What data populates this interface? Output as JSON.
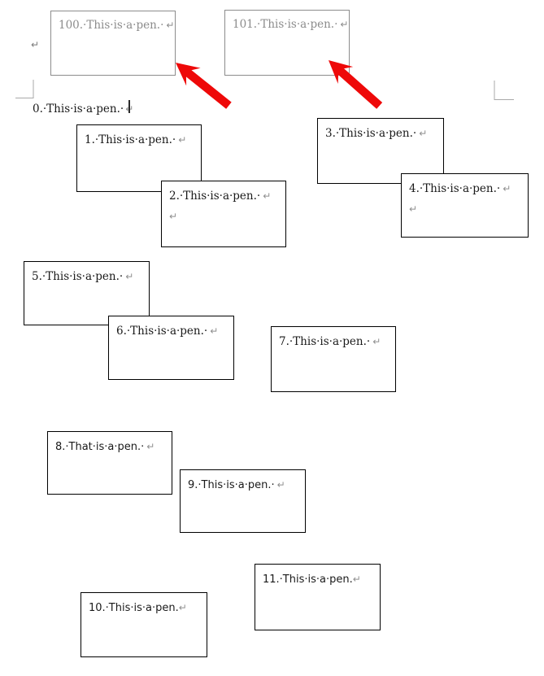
{
  "document": {
    "kind": "word-processor page with floating text boxes",
    "formatting_marks_visible": true
  },
  "colors": {
    "arrow_red": "#ee0909",
    "gray_box": "#8c8c8c",
    "black_text": "#1a1a1a",
    "return_mark": "#8f8f8f",
    "corner_mark": "#a9a9a9",
    "cursor": "#2b2b2b"
  },
  "marks": {
    "return": "↵",
    "space_dot": "·"
  },
  "paragraphs": {
    "p0": {
      "text": "0.·This·is·a·pen.·"
    }
  },
  "textboxes": {
    "b100": {
      "number": "100",
      "text": "100.·This·is·a·pen.·"
    },
    "b101": {
      "number": "101",
      "text": "101.·This·is·a·pen.·"
    },
    "b1": {
      "number": "1",
      "text": "1.·This·is·a·pen.·"
    },
    "b2": {
      "number": "2",
      "text": "2.·This·is·a·pen.·"
    },
    "b3": {
      "number": "3",
      "text": "3.·This·is·a·pen.·"
    },
    "b4": {
      "number": "4",
      "text": "4.·This·is·a·pen.·"
    },
    "b5": {
      "number": "5",
      "text": "5.·This·is·a·pen.·"
    },
    "b6": {
      "number": "6",
      "text": "6.·This·is·a·pen.·"
    },
    "b7": {
      "number": "7",
      "text": "7.·This·is·a·pen.·"
    },
    "b8": {
      "number": "8",
      "text": "8.·That·is·a·pen.·"
    },
    "b9": {
      "number": "9",
      "text": "9.·This·is·a·pen.·"
    },
    "b10": {
      "number": "10",
      "text": "10.·This·is·a·pen."
    },
    "b11": {
      "number": "11",
      "text": "11.·This·is·a·pen."
    }
  },
  "arrows": [
    {
      "name": "red-arrow-1",
      "points_at": "textbox-100"
    },
    {
      "name": "red-arrow-2",
      "points_at": "textbox-101"
    }
  ]
}
